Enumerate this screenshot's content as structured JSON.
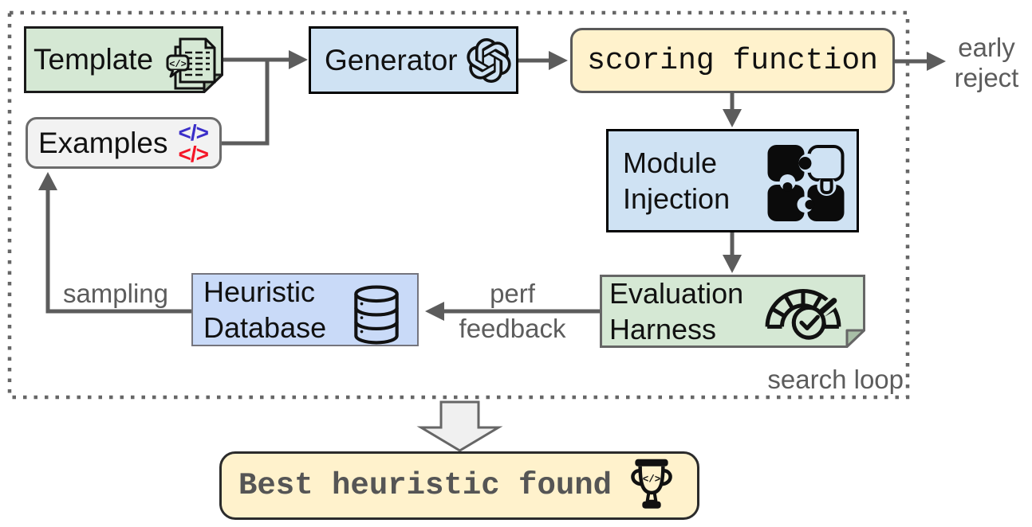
{
  "colors": {
    "green": "#d5e8d4",
    "blue": "#cfe2f3",
    "periwinkle": "#c9daf8",
    "yellow": "#fff2cc",
    "gray_fill": "#f2f2f2",
    "label_gray": "#5c5c5c",
    "arrow_gray": "#5c5c5c",
    "code_blue": "#3b2fc9",
    "code_red": "#f51627"
  },
  "nodes": {
    "template": {
      "label": "Template"
    },
    "examples": {
      "label": "Examples"
    },
    "generator": {
      "label": "Generator"
    },
    "scoring_function": {
      "label": "scoring function"
    },
    "module_injection": {
      "line1": "Module",
      "line2": "Injection"
    },
    "evaluation_harness": {
      "line1": "Evaluation",
      "line2": "Harness"
    },
    "heuristic_database": {
      "line1": "Heuristic",
      "line2": "Database"
    },
    "best_heuristic": {
      "label": "Best heuristic found"
    }
  },
  "edge_labels": {
    "early_reject": {
      "line1": "early",
      "line2": "reject"
    },
    "sampling": "sampling",
    "perf_feedback": {
      "line1": "perf",
      "line2": "feedback"
    },
    "search_loop": "search loop"
  },
  "icons": {
    "code_glyph": "</>",
    "template_icon": "code-document",
    "examples_icons": "code-tags",
    "generator_icon": "openai-logo",
    "module_icon": "puzzle-pieces",
    "evaluation_icon": "gauge-check",
    "database_icon": "database-cylinder",
    "best_icon": "trophy-code"
  }
}
